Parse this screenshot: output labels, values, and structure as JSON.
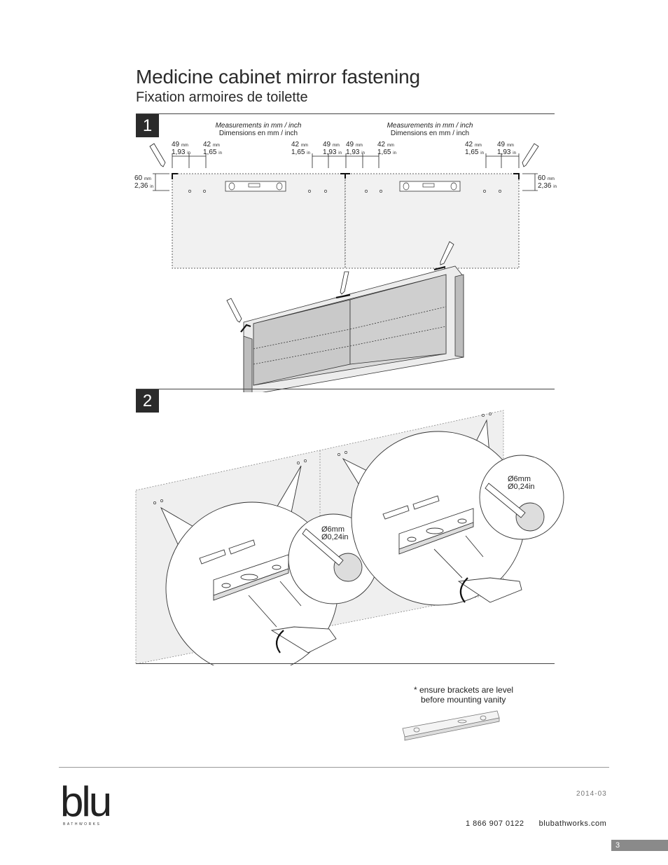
{
  "title": "Medicine cabinet mirror fastening",
  "subtitle": "Fixation armoires de toilette",
  "steps": [
    {
      "number": "1"
    },
    {
      "number": "2"
    }
  ],
  "step1": {
    "measurements_left": {
      "en": "Measurements in mm / inch",
      "fr": "Dimensions en mm / inch"
    },
    "measurements_right": {
      "en": "Measurements in mm / inch",
      "fr": "Dimensions en mm / inch"
    },
    "d1": {
      "mm": "49",
      "in": "1,93"
    },
    "d2": {
      "mm": "42",
      "in": "1,65"
    },
    "d3": {
      "mm": "42",
      "in": "1,65"
    },
    "d4": {
      "mm": "49",
      "in": "1,93"
    },
    "d5": {
      "mm": "49",
      "in": "1,93"
    },
    "d6": {
      "mm": "42",
      "in": "1,65"
    },
    "d7": {
      "mm": "42",
      "in": "1,65"
    },
    "d8": {
      "mm": "49",
      "in": "1,93"
    },
    "h_left": {
      "mm": "60",
      "in": "2,36"
    },
    "h_right": {
      "mm": "60",
      "in": "2,36"
    },
    "unit_mm": "mm",
    "unit_in": "in"
  },
  "step2": {
    "drill_left": {
      "mm": "Ø6mm",
      "in": "Ø0,24in"
    },
    "drill_right": {
      "mm": "Ø6mm",
      "in": "Ø0,24in"
    }
  },
  "note": {
    "line1": "* ensure brackets are level",
    "line2": "before mounting vanity"
  },
  "footer": {
    "logo": "blu",
    "logo_sub": "BATHWORKS",
    "date": "2014-03",
    "phone": "1 866 907 0122",
    "website": "blubathworks.com",
    "page": "3"
  },
  "colors": {
    "rule": "#444444",
    "badge": "#2b2b2b",
    "wall": "#efefef",
    "page_tab": "#8a8a8a"
  }
}
